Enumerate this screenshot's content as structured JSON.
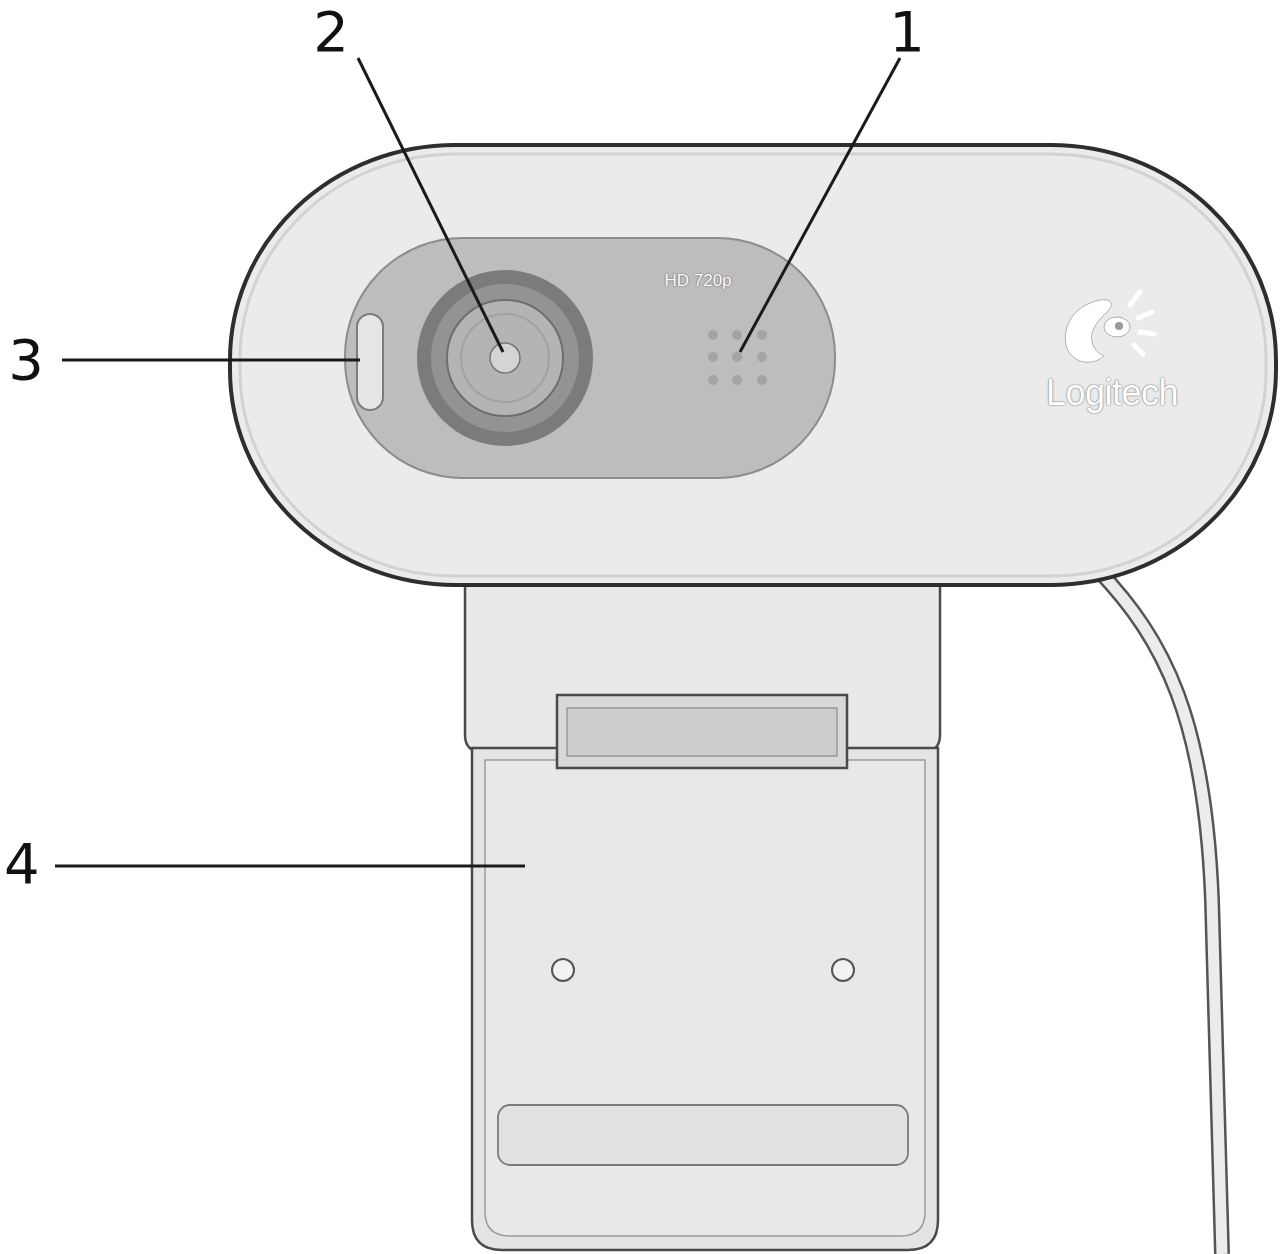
{
  "diagram": {
    "labels": [
      "2",
      "1",
      "HD 720p",
      "3",
      "Logitech",
      "4"
    ]
  }
}
